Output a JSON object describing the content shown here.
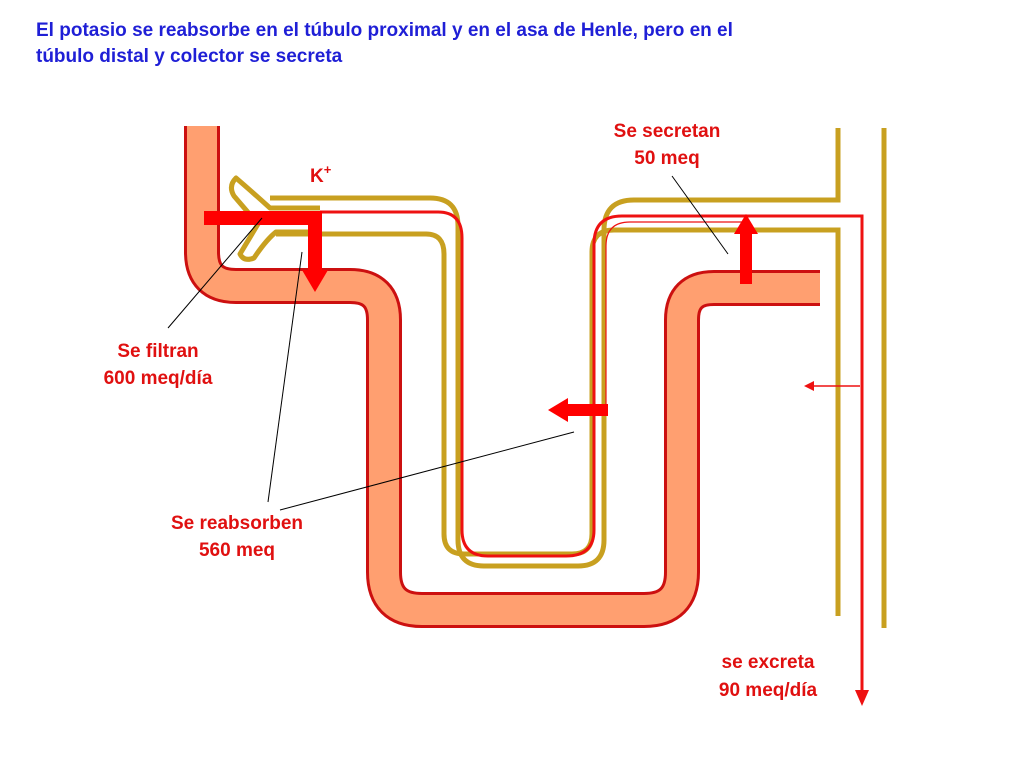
{
  "title": {
    "line1": "El potasio se reabsorbe en el túbulo proximal y en el asa de Henle, pero en el",
    "line2": "túbulo distal y colector se secreta"
  },
  "ion": {
    "symbol": "K",
    "charge": "+"
  },
  "labels": {
    "secreted": {
      "line1": "Se secretan",
      "line2": "50 meq"
    },
    "filtered": {
      "line1": "Se filtran",
      "line2": "600 meq/día"
    },
    "reabsorbed": {
      "line1": "Se reabsorben",
      "line2": "560 meq"
    },
    "excreted": {
      "line1": "se excreta",
      "line2": "90 meq/día"
    }
  },
  "colors": {
    "title": "#1f1fd6",
    "label": "#e01010",
    "tubule_fill": "#ff9f70",
    "tubule_border": "#cc1010",
    "vessel": "#c8a020",
    "arrow": "#ff0000"
  }
}
